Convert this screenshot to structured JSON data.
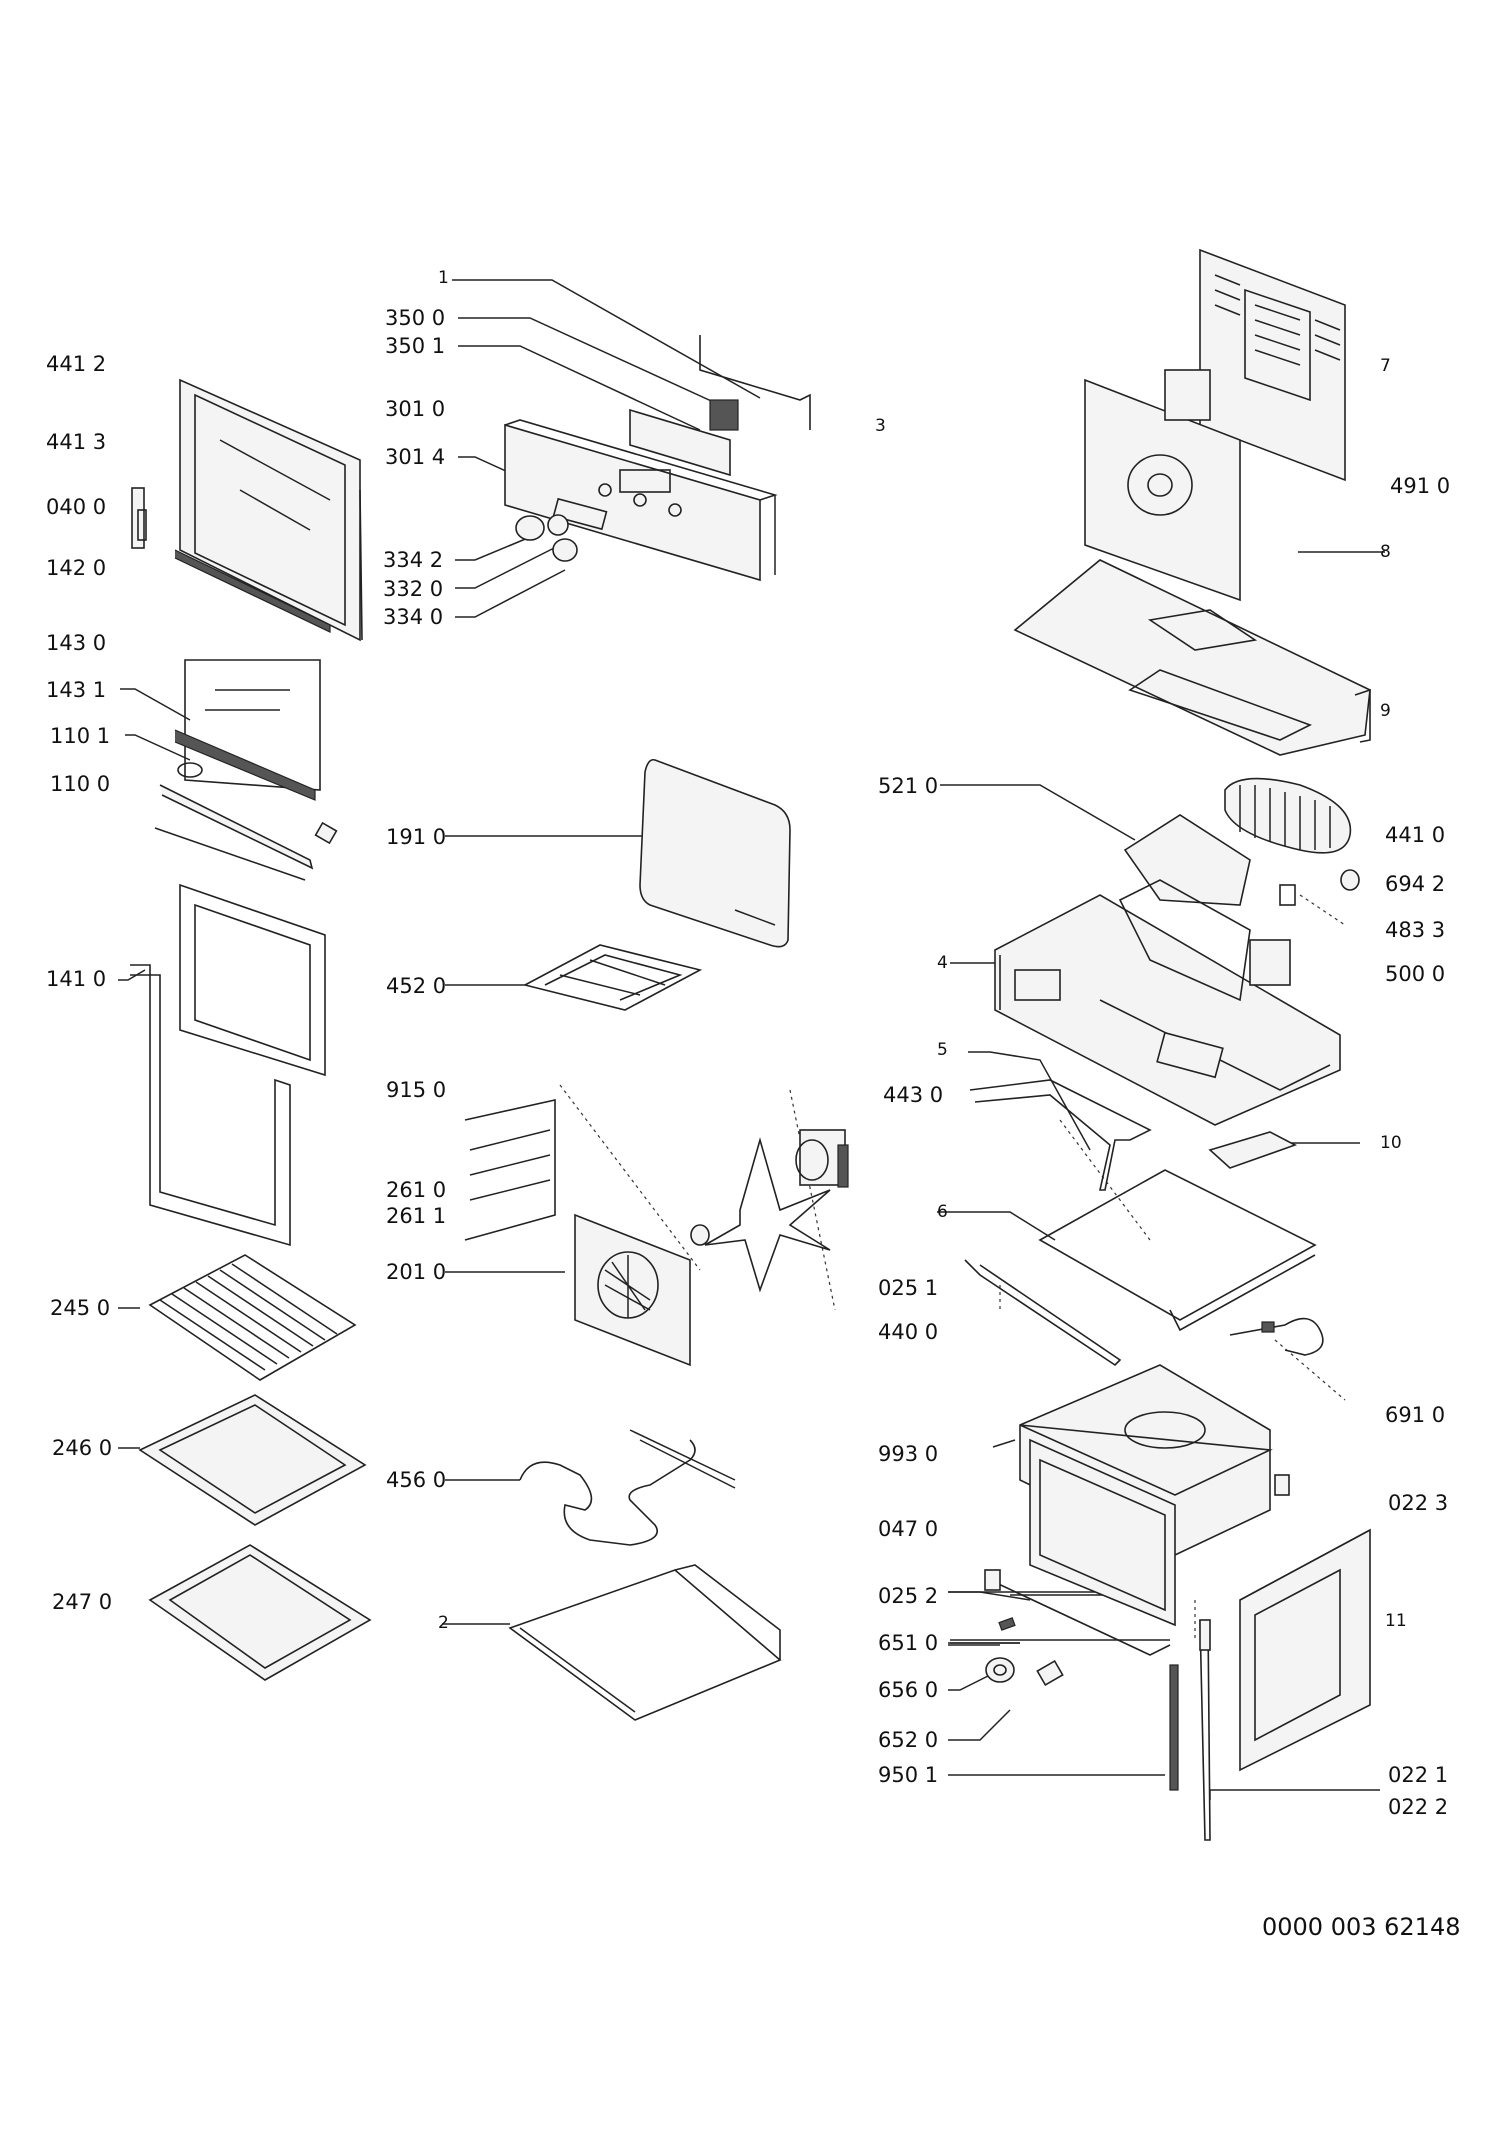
{
  "document_number": "0000 003 62148",
  "labels": {
    "l1": "1",
    "l3500": "350 0",
    "l3501": "350 1",
    "l4412": "441 2",
    "l3010": "301 0",
    "l3": "3",
    "l4413": "441 3",
    "l3014": "301 4",
    "l0400": "040 0",
    "l1420": "142 0",
    "l3342": "334 2",
    "l3320": "332 0",
    "l3340": "334 0",
    "l7": "7",
    "l4910": "491 0",
    "l8": "8",
    "l9": "9",
    "l1430": "143 0",
    "l1431": "143 1",
    "l1101": "110 1",
    "l1100": "110 0",
    "l1910": "191 0",
    "l5210": "521 0",
    "l4410": "441 0",
    "l6942": "694 2",
    "l4833": "483 3",
    "l5000": "500 0",
    "l4": "4",
    "l1410": "141 0",
    "l4520": "452 0",
    "l9150": "915 0",
    "l5": "5",
    "l4430": "443 0",
    "l10": "10",
    "l2610": "261 0",
    "l2611": "261 1",
    "l6": "6",
    "l2010": "201 0",
    "l2450": "245 0",
    "l0251": "025 1",
    "l4400": "440 0",
    "l6910": "691 0",
    "l2460": "246 0",
    "l4560": "456 0",
    "l9930": "993 0",
    "l0223": "022 3",
    "l0470": "047 0",
    "l2470": "247 0",
    "l0252": "025 2",
    "l2": "2",
    "l11": "11",
    "l6510": "651 0",
    "l6560": "656 0",
    "l6520": "652 0",
    "l9501": "950 1",
    "l0221": "022 1",
    "l0222": "022 2"
  }
}
